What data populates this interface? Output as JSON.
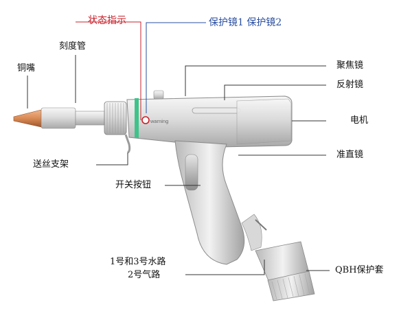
{
  "labels": {
    "status_indicator": "状态指示",
    "protective_lens": "保护镜1 保护镜2",
    "scale_tube": "刻度管",
    "copper_nozzle": "铜嘴",
    "focus_lens": "聚焦镜",
    "reflector": "反射镜",
    "motor": "电机",
    "collimator": "准直镜",
    "wire_feed_bracket": "送丝支架",
    "switch_button": "开关按钮",
    "water_path": "1号和3号水路",
    "gas_path": "2号气路",
    "qbh_cover": "QBH保护套"
  },
  "device": {
    "warning_badge": "warning"
  },
  "colors": {
    "red_label": "#c8202a",
    "blue_label": "#2a4fa0",
    "indicator_ring": "#3cc48a",
    "nozzle_copper": "#d98a55"
  }
}
